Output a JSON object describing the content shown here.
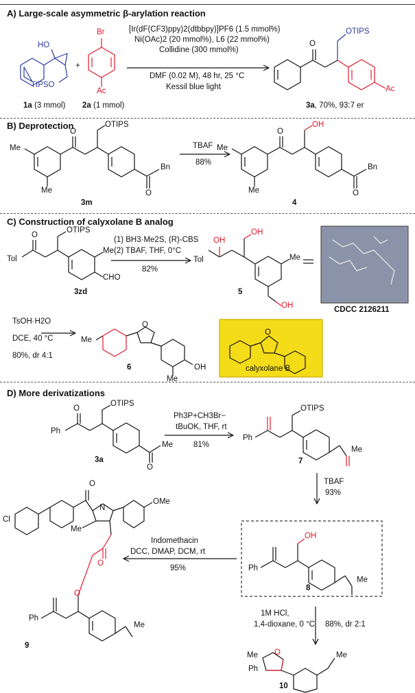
{
  "sections": {
    "a_title": "A) Large-scale asymmetric β-arylation reaction",
    "b_title": "B) Deprotection",
    "c_title": "C) Construction of calyxolane B analog",
    "d_title": "D) More derivatizations"
  },
  "a": {
    "cond1": "[Ir(dF(CF3)ppy)2(dtbbpy)]PF6 (1.5 mmol%)",
    "cond2": "Ni(OAc)2 (20 mmol%), L6 (22 mmol%)",
    "cond3": "Collidine (300 mmol%)",
    "cond4": "DMF (0.02 M), 48 hr, 25 °C",
    "cond5": "Kessil blue light",
    "plus": "+",
    "sub1_label": "1a",
    "sub1_amt": "(3 mmol)",
    "sub2_label": "2a",
    "sub2_amt": "(1 mmol)",
    "prod_label": "3a",
    "prod_yield": ", 70%, 93:7 er",
    "ho": "HO",
    "tipso": "TIPSO",
    "br": "Br",
    "ac": "Ac",
    "otips": "OTIPS",
    "o": "O",
    "ac2": "Ac"
  },
  "b": {
    "reagent": "TBAF",
    "yield": "88%",
    "sm_label": "3m",
    "prod_label": "4",
    "me": "Me",
    "bn": "Bn",
    "otips": "OTIPS",
    "oh": "OH",
    "o": "O"
  },
  "c": {
    "cond1": "(1) BH3·Me2S, (R)-CBS",
    "cond2": "(2) TBAF, THF, 0°C",
    "yield1": "82%",
    "sm_label": "3zd",
    "int_label": "5",
    "ccdc": "CDCC 2126211",
    "cond3": "TsOH·H2O",
    "cond4": "DCE, 40 °C",
    "cond5": "80%, dr 4:1",
    "prod_label": "6",
    "calyx": "calyxolane B",
    "tol": "Tol",
    "cho": "CHO",
    "me": "Me",
    "otips": "OTIPS",
    "oh": "OH",
    "o": "O"
  },
  "d": {
    "wittig1": "Ph3P+CH3Br−",
    "wittig2": "tBuOK, THF, rt",
    "wittig_yield": "81%",
    "tbaf": "TBAF",
    "tbaf_yield": "93%",
    "ester1": "Indomethacin",
    "ester2": "DCC, DMAP, DCM, rt",
    "ester_yield": "95%",
    "hcl1": "1M HCl,",
    "hcl2": "1,4-dioxane, 0 °C",
    "hcl_yield": "88%, dr 2:1",
    "l3a": "3a",
    "l7": "7",
    "l8": "8",
    "l9": "9",
    "l10": "10",
    "ph": "Ph",
    "me": "Me",
    "otips": "OTIPS",
    "oh": "OH",
    "cl": "Cl",
    "ome": "OMe",
    "n": "N",
    "o": "O"
  },
  "colors": {
    "red": "#e0192b",
    "blue": "#2b3a9c",
    "highlight": "#f5dc18"
  }
}
